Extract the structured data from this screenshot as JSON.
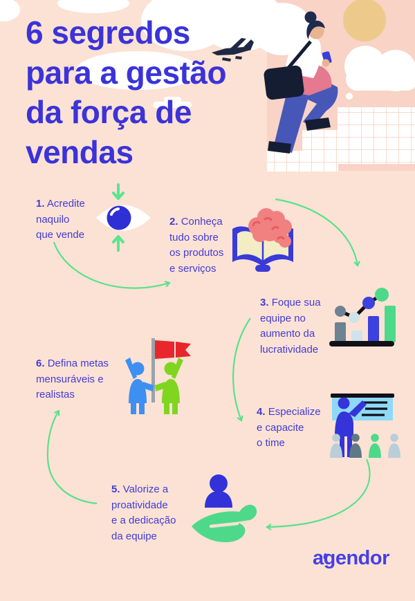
{
  "palette": {
    "background": "#fce2d4",
    "panel": "#f8d3c6",
    "title_blue": "#3b33d9",
    "text_blue": "#423bd6",
    "arrow_green": "#57e28b",
    "icon_blue": "#3232d8",
    "icon_green": "#4ed98a",
    "flag_red": "#e8262d",
    "sun_yellow": "#edca8c",
    "brain_pink": "#f18080",
    "board_blue": "#8fd9f8",
    "flag_person_blue": "#3d8ff2",
    "flag_person_green": "#7fd520"
  },
  "title": {
    "lines": [
      "6 segredos",
      "para a gestão",
      "da força de",
      "vendas"
    ]
  },
  "items": [
    {
      "num": "1.",
      "lines": [
        "Acredite",
        "naquilo",
        "que vende"
      ],
      "icon": "eye-icon"
    },
    {
      "num": "2.",
      "lines": [
        "Conheça",
        "tudo sobre",
        "os produtos",
        "e serviços"
      ],
      "icon": "brain-book-icon"
    },
    {
      "num": "3.",
      "lines": [
        "Foque sua",
        "equipe no",
        "aumento da",
        "lucratividade"
      ],
      "icon": "growth-chart-icon"
    },
    {
      "num": "4.",
      "lines": [
        "Especialize",
        "e capacite",
        "o time"
      ],
      "icon": "training-presentation-icon"
    },
    {
      "num": "5.",
      "lines": [
        "Valorize a",
        "proatividade",
        "e a dedicação",
        "da equipe"
      ],
      "icon": "hand-holding-person-icon"
    },
    {
      "num": "6.",
      "lines": [
        "Defina metas",
        "mensuráveis e",
        "realistas"
      ],
      "icon": "team-flag-icon"
    }
  ],
  "footer": {
    "logo": "agendor"
  }
}
